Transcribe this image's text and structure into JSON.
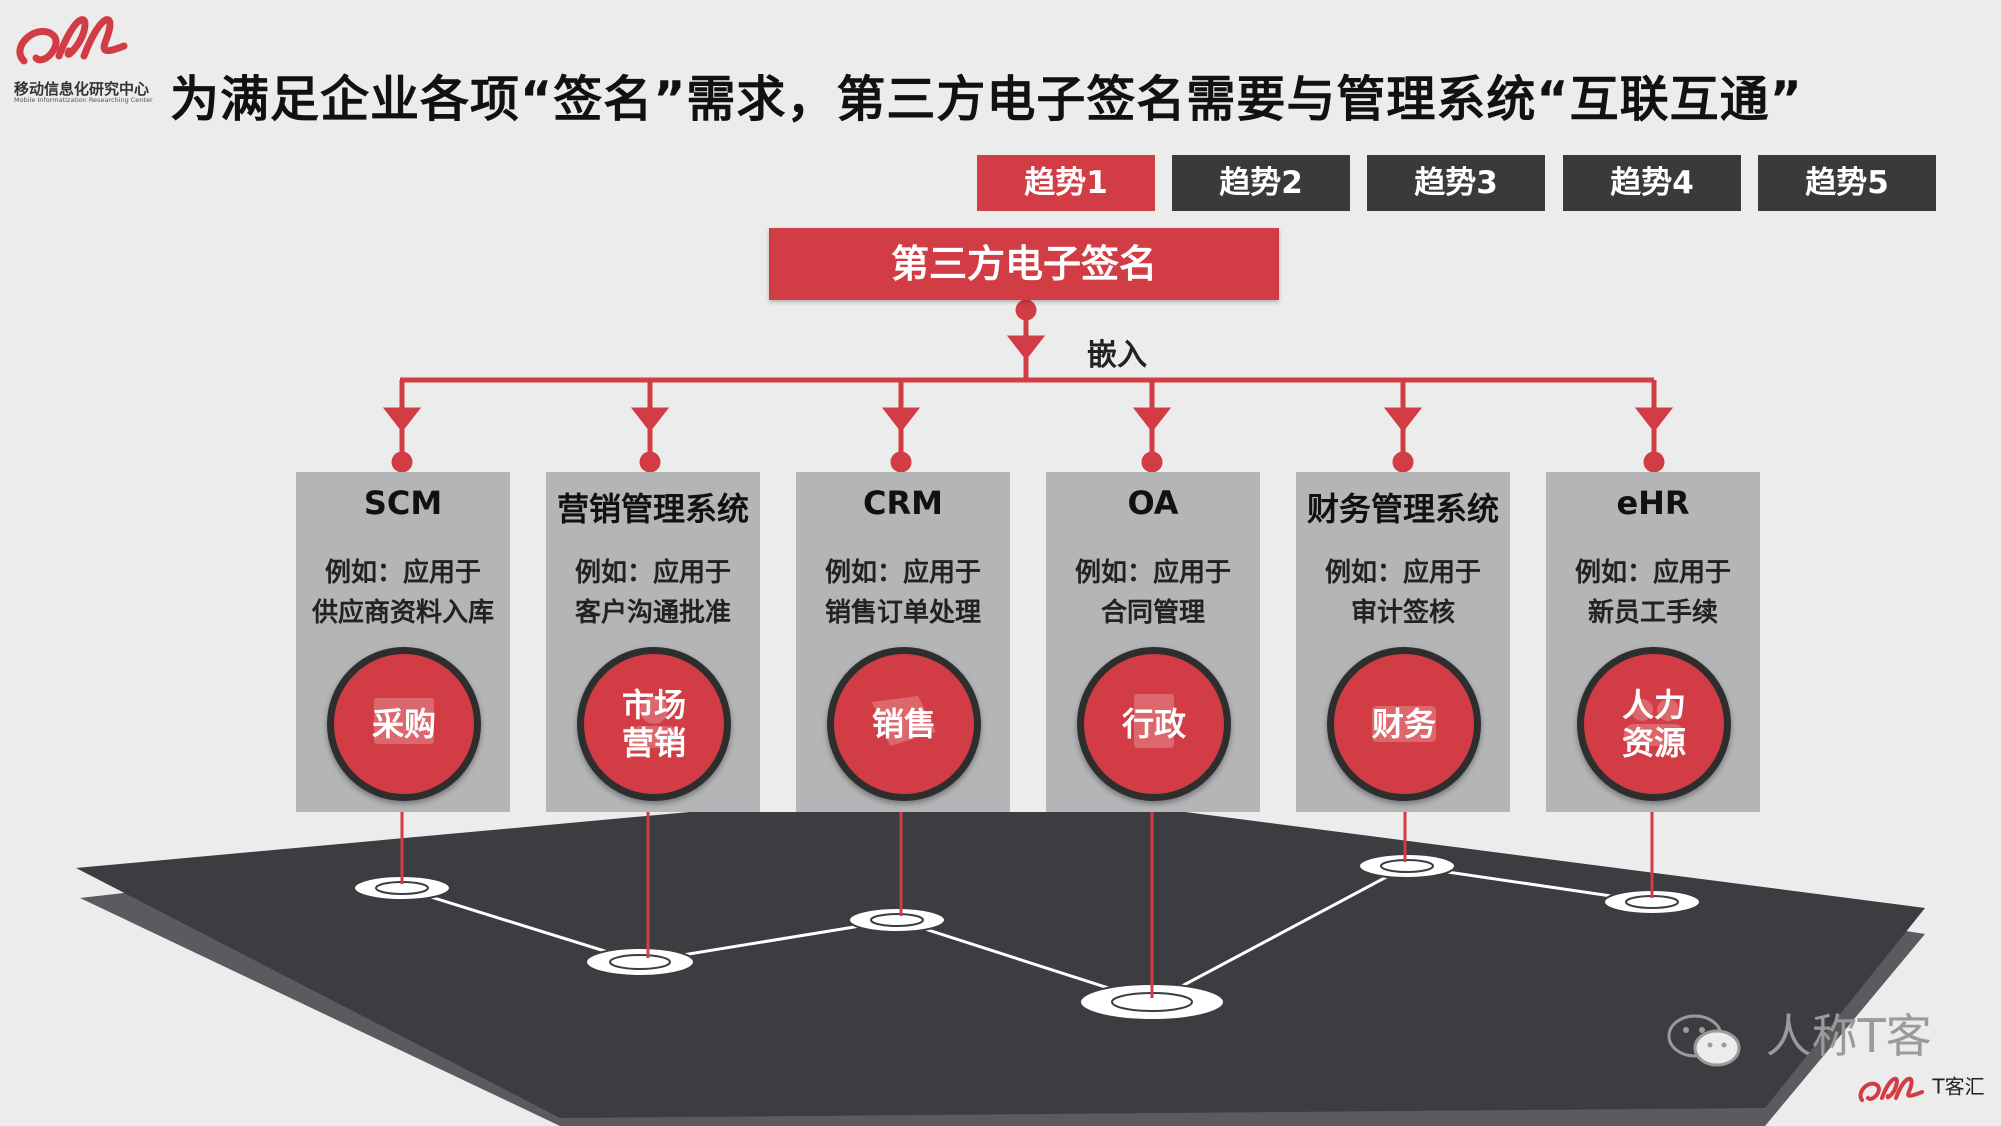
{
  "title": "为满足企业各项“签名”需求，第三方电子签名需要与管理系统“互联互通”",
  "logo": {
    "text": "移动信息化研究中心",
    "subtext": "Mobile Informatization Researching Center"
  },
  "tabs": [
    {
      "label": "趋势1",
      "active": true
    },
    {
      "label": "趋势2",
      "active": false
    },
    {
      "label": "趋势3",
      "active": false
    },
    {
      "label": "趋势4",
      "active": false
    },
    {
      "label": "趋势5",
      "active": false
    }
  ],
  "root": {
    "label": "第三方电子签名"
  },
  "connector_label": "嵌入",
  "systems": [
    {
      "title": "SCM",
      "line1": "例如：应用于",
      "line2": "供应商资料入库",
      "circle": "采购",
      "icon": "document-icon"
    },
    {
      "title": "营销管理系统",
      "line1": "例如：应用于",
      "line2": "客户沟通批准",
      "circle": "市场营销",
      "icon": "user-icon"
    },
    {
      "title": "CRM",
      "line1": "例如：应用于",
      "line2": "销售订单处理",
      "circle": "销售",
      "icon": "tag-icon"
    },
    {
      "title": "OA",
      "line1": "例如：应用于",
      "line2": "合同管理",
      "circle": "行政",
      "icon": "folder-icon"
    },
    {
      "title": "财务管理系统",
      "line1": "例如：应用于",
      "line2": "审计签核",
      "circle": "财务",
      "icon": "money-icon"
    },
    {
      "title": "eHR",
      "line1": "例如：应用于",
      "line2": "新员工手续",
      "circle": "人力资源",
      "icon": "people-icon"
    }
  ],
  "watermark": "人称T客",
  "footer_logo": "T客汇",
  "colors": {
    "accent": "#d23c44",
    "dark": "#3a3a3a",
    "card": "#b4b5b7",
    "platform": "#3c3d40"
  }
}
